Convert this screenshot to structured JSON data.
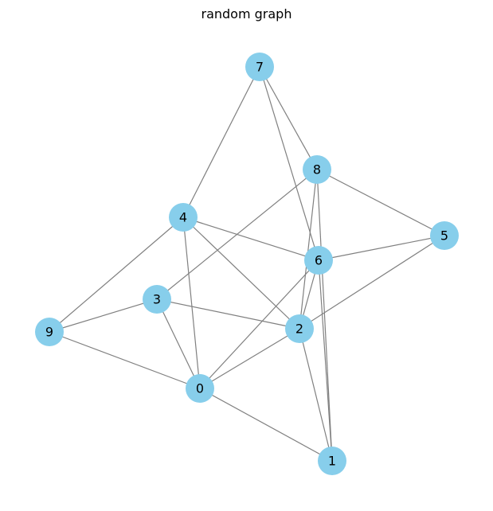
{
  "title": "random graph",
  "colors": {
    "node_fill": "#87ceeb",
    "edge_stroke": "#808080",
    "label": "#000000",
    "background": "#ffffff"
  },
  "nodes": [
    {
      "id": "0",
      "label": "0"
    },
    {
      "id": "1",
      "label": "1"
    },
    {
      "id": "2",
      "label": "2"
    },
    {
      "id": "3",
      "label": "3"
    },
    {
      "id": "4",
      "label": "4"
    },
    {
      "id": "5",
      "label": "5"
    },
    {
      "id": "6",
      "label": "6"
    },
    {
      "id": "7",
      "label": "7"
    },
    {
      "id": "8",
      "label": "8"
    },
    {
      "id": "9",
      "label": "9"
    }
  ],
  "edges": [
    [
      "7",
      "4"
    ],
    [
      "7",
      "8"
    ],
    [
      "7",
      "6"
    ],
    [
      "8",
      "3"
    ],
    [
      "8",
      "5"
    ],
    [
      "8",
      "2"
    ],
    [
      "8",
      "1"
    ],
    [
      "4",
      "9"
    ],
    [
      "4",
      "6"
    ],
    [
      "4",
      "2"
    ],
    [
      "4",
      "0"
    ],
    [
      "6",
      "5"
    ],
    [
      "6",
      "0"
    ],
    [
      "6",
      "2"
    ],
    [
      "6",
      "1"
    ],
    [
      "5",
      "2"
    ],
    [
      "3",
      "9"
    ],
    [
      "3",
      "2"
    ],
    [
      "3",
      "0"
    ],
    [
      "9",
      "0"
    ],
    [
      "2",
      "0"
    ],
    [
      "2",
      "1"
    ],
    [
      "0",
      "1"
    ]
  ]
}
